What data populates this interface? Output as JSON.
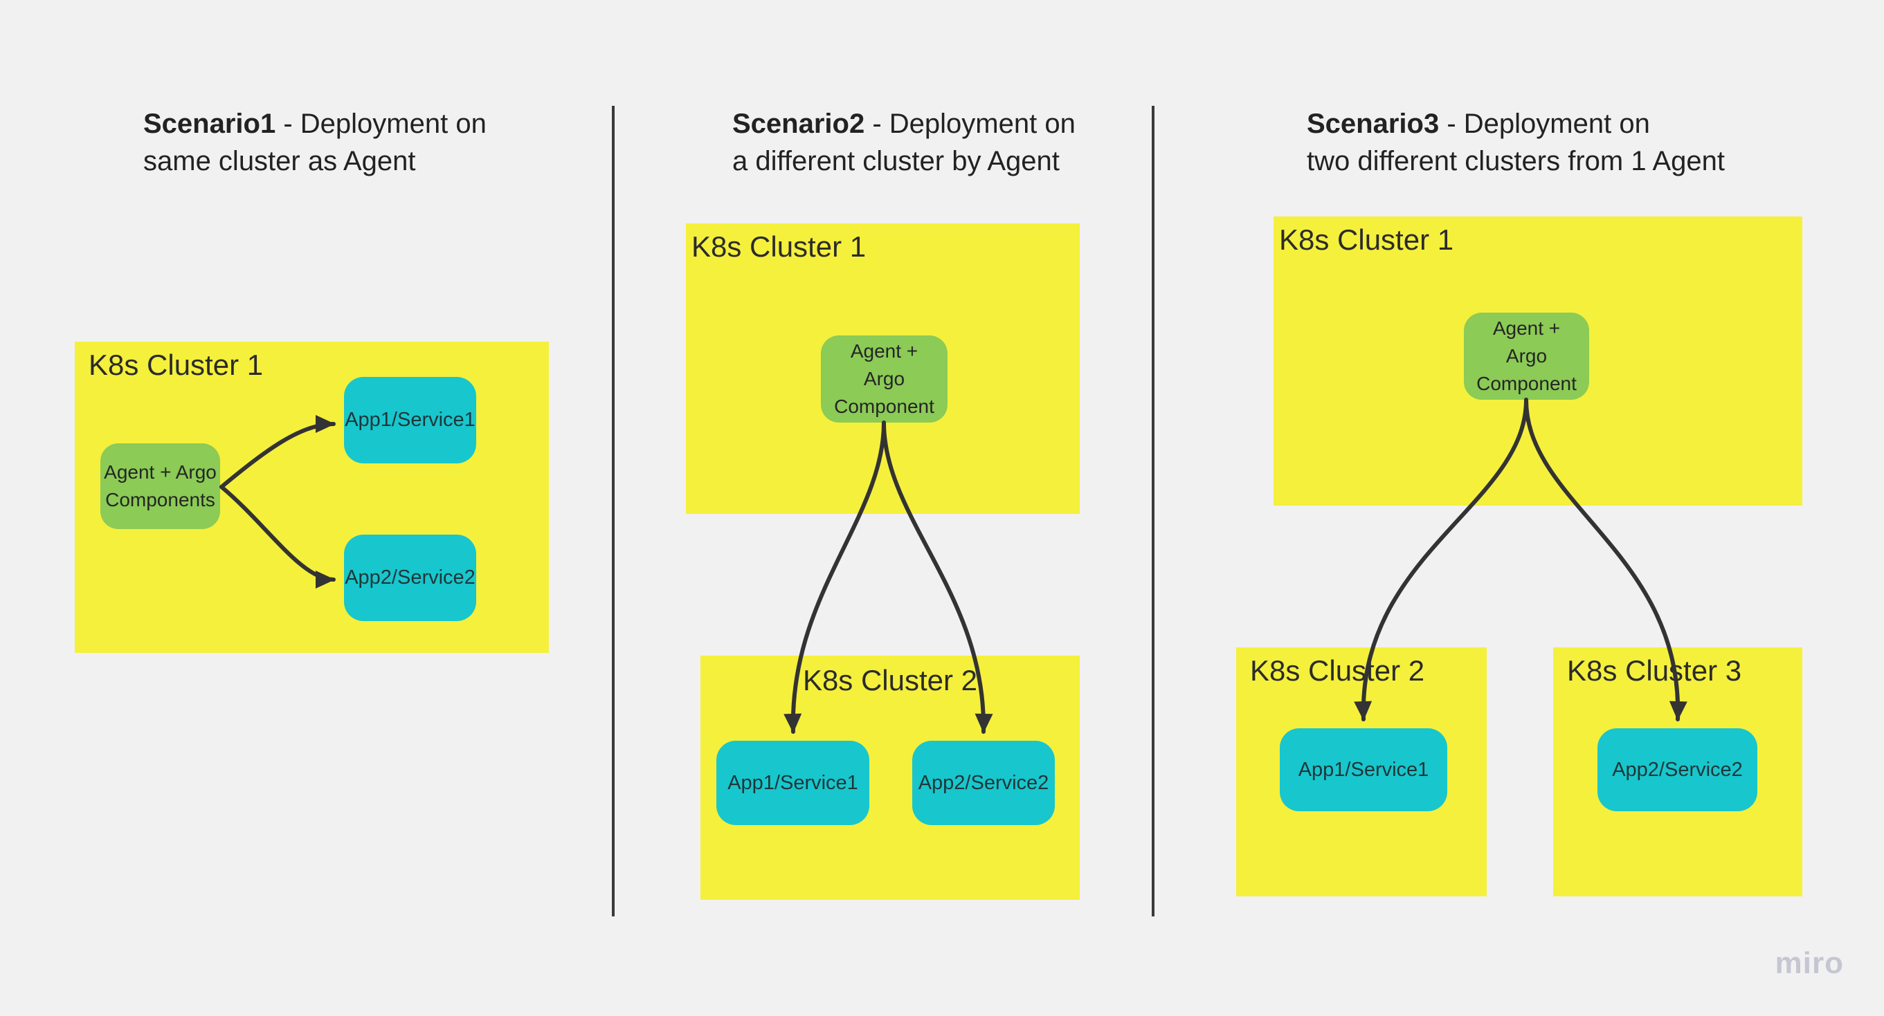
{
  "board": {
    "watermark": "miro",
    "colors": {
      "background": "#F1F1F2",
      "cluster_fill": "#F5F03C",
      "agent_fill": "#8BCB56",
      "app_fill": "#18C6CD",
      "connector": "#333333",
      "divider": "#3A3A3A",
      "text": "#2B2B2B",
      "watermark_color": "#C6C6D2"
    }
  },
  "scenarios": [
    {
      "title": {
        "bold": "Scenario1",
        "rest": " - Deployment on",
        "line2": "same cluster as Agent"
      },
      "clusters": [
        {
          "label": "K8s Cluster 1"
        }
      ],
      "agent": {
        "lines": [
          "Agent + Argo",
          "Components"
        ]
      },
      "apps": [
        {
          "label": "App1/Service1"
        },
        {
          "label": "App2/Service2"
        }
      ]
    },
    {
      "title": {
        "bold": "Scenario2",
        "rest": " - Deployment on",
        "line2": "a different cluster by Agent"
      },
      "clusters": [
        {
          "label": "K8s Cluster 1"
        },
        {
          "label": "K8s Cluster 2"
        }
      ],
      "agent": {
        "lines": [
          "Agent +",
          "Argo",
          "Component"
        ]
      },
      "apps": [
        {
          "label": "App1/Service1"
        },
        {
          "label": "App2/Service2"
        }
      ]
    },
    {
      "title": {
        "bold": "Scenario3",
        "rest": " - Deployment on",
        "line2": "two different clusters from 1 Agent"
      },
      "clusters": [
        {
          "label": "K8s Cluster 1"
        },
        {
          "label": "K8s Cluster 2"
        },
        {
          "label": "K8s Cluster 3"
        }
      ],
      "agent": {
        "lines": [
          "Agent +",
          "Argo",
          "Component"
        ]
      },
      "apps": [
        {
          "label": "App1/Service1"
        },
        {
          "label": "App2/Service2"
        }
      ]
    }
  ]
}
